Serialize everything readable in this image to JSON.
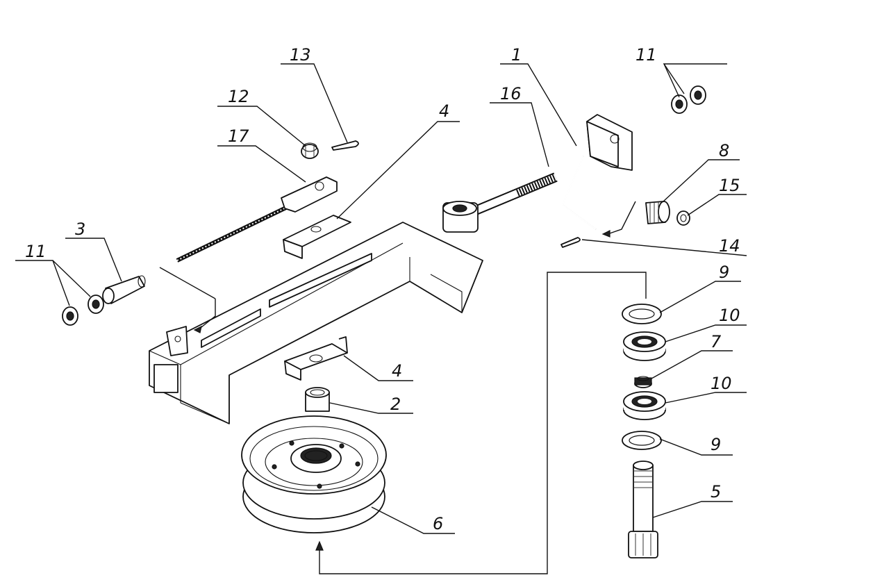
{
  "diagram": {
    "callouts": [
      {
        "id": "c1",
        "number": "1"
      },
      {
        "id": "c2",
        "number": "2"
      },
      {
        "id": "c3",
        "number": "3"
      },
      {
        "id": "c4a",
        "number": "4"
      },
      {
        "id": "c4b",
        "number": "4"
      },
      {
        "id": "c5",
        "number": "5"
      },
      {
        "id": "c6",
        "number": "6"
      },
      {
        "id": "c7",
        "number": "7"
      },
      {
        "id": "c8",
        "number": "8"
      },
      {
        "id": "c9a",
        "number": "9"
      },
      {
        "id": "c9b",
        "number": "9"
      },
      {
        "id": "c10a",
        "number": "10"
      },
      {
        "id": "c10b",
        "number": "10"
      },
      {
        "id": "c11a",
        "number": "11"
      },
      {
        "id": "c11b",
        "number": "11"
      },
      {
        "id": "c12",
        "number": "12"
      },
      {
        "id": "c13",
        "number": "13"
      },
      {
        "id": "c14",
        "number": "14"
      },
      {
        "id": "c15",
        "number": "15"
      },
      {
        "id": "c16",
        "number": "16"
      },
      {
        "id": "c17",
        "number": "17"
      }
    ]
  }
}
